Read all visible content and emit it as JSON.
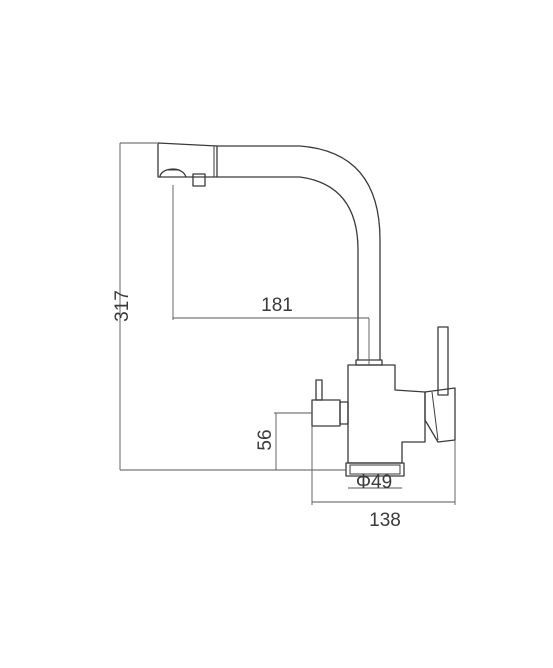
{
  "dimensions": {
    "height_total": "317",
    "spout_reach": "181",
    "side_lever_height": "56",
    "base_diameter": "Φ49",
    "width_total": "138"
  },
  "colors": {
    "line": "#3a3a3a",
    "background": "#ffffff"
  }
}
